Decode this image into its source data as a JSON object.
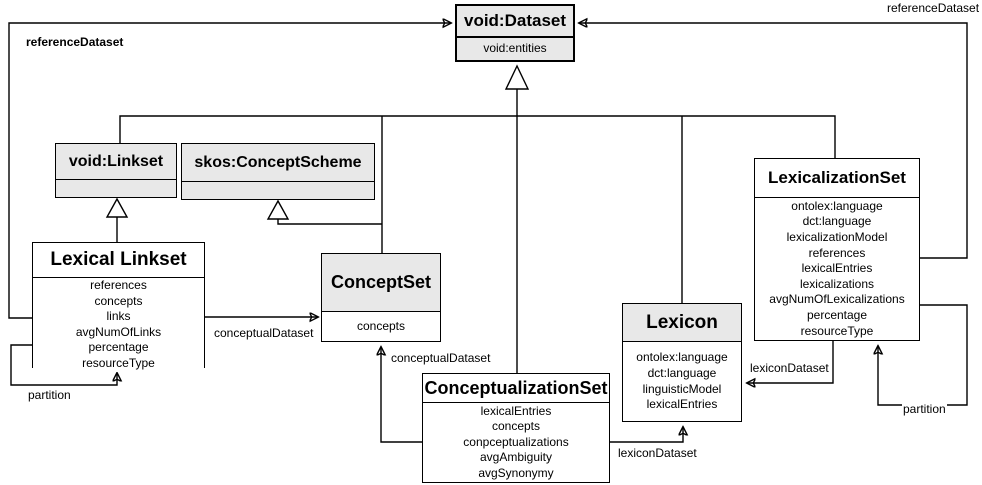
{
  "diagram": {
    "classes": [
      {
        "id": "void-dataset",
        "name": "void:Dataset",
        "attrs": [
          "void:entities"
        ]
      },
      {
        "id": "void-linkset",
        "name": "void:Linkset",
        "attrs": []
      },
      {
        "id": "skos-conceptscheme",
        "name": "skos:ConceptScheme",
        "attrs": []
      },
      {
        "id": "lexical-linkset",
        "name": "Lexical Linkset",
        "attrs": [
          "references",
          "concepts",
          "links",
          "avgNumOfLinks",
          "percentage",
          "resourceType"
        ]
      },
      {
        "id": "conceptset",
        "name": "ConceptSet",
        "attrs": [
          "concepts"
        ]
      },
      {
        "id": "conceptualizationset",
        "name": "ConceptualizationSet",
        "attrs": [
          "lexicalEntries",
          "concepts",
          "conpceptualizations",
          "avgAmbiguity",
          "avgSynonymy"
        ]
      },
      {
        "id": "lexicon",
        "name": "Lexicon",
        "attrs": [
          "ontolex:language",
          "dct:language",
          "linguisticModel",
          "lexicalEntries"
        ]
      },
      {
        "id": "lexicalizationset",
        "name": "LexicalizationSet",
        "attrs": [
          "ontolex:language",
          "dct:language",
          "lexicalizationModel",
          "references",
          "lexicalEntries",
          "lexicalizations",
          "avgNumOfLexicalizations",
          "percentage",
          "resourceType"
        ]
      }
    ],
    "edge_labels": {
      "reference_dataset_left": "referenceDataset",
      "reference_dataset_right": "referenceDataset",
      "conceptual_dataset_left": "conceptualDataset",
      "conceptual_dataset_mid": "conceptualDataset",
      "partition_left": "partition",
      "lexicon_dataset_bottom": "lexiconDataset",
      "lexicon_dataset_right": "lexiconDataset",
      "partition_right": "partition"
    },
    "colors": {
      "external_class_fill": "#e8e8e8",
      "class_fill": "#ffffff",
      "line": "#000000"
    }
  }
}
